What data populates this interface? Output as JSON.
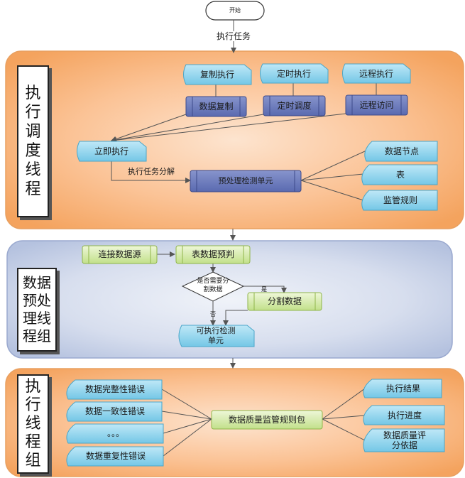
{
  "start": "开始",
  "exec_task": "执行任务",
  "panel1": {
    "title": "执\n行\n调\n度\n线\n程",
    "copy_exec": "复制执行",
    "timed_exec": "定时执行",
    "remote_exec": "远程执行",
    "data_copy": "数据复制",
    "timed_schedule": "定时调度",
    "remote_access": "远程访问",
    "immediate_exec": "立即执行",
    "task_decompose": "执行任务分解",
    "preprocess_unit": "预处理检测单元",
    "data_node": "数据节点",
    "table": "表",
    "rules": "监管规则"
  },
  "panel2": {
    "title": "数据\n预处\n理线\n程组",
    "connect_source": "连接数据源",
    "table_precheck": "表数据预判",
    "decision_line1": "是否需要分",
    "decision_line2": "割数据",
    "yes": "是",
    "no": "否",
    "split_data": "分割数据",
    "exec_unit_line1": "可执行检测",
    "exec_unit_line2": "单元"
  },
  "panel3": {
    "title": "执\n行\n线\n程\n组",
    "err_integrity": "数据完整性错误",
    "err_consistency": "数据一致性错误",
    "ellipsis": "。。。",
    "err_duplicate": "数据重复性错误",
    "rule_package": "数据质量监管规则包",
    "exec_result": "执行结果",
    "exec_progress": "执行进度",
    "eval_line1": "数据质量评",
    "eval_line2": "分依据"
  }
}
